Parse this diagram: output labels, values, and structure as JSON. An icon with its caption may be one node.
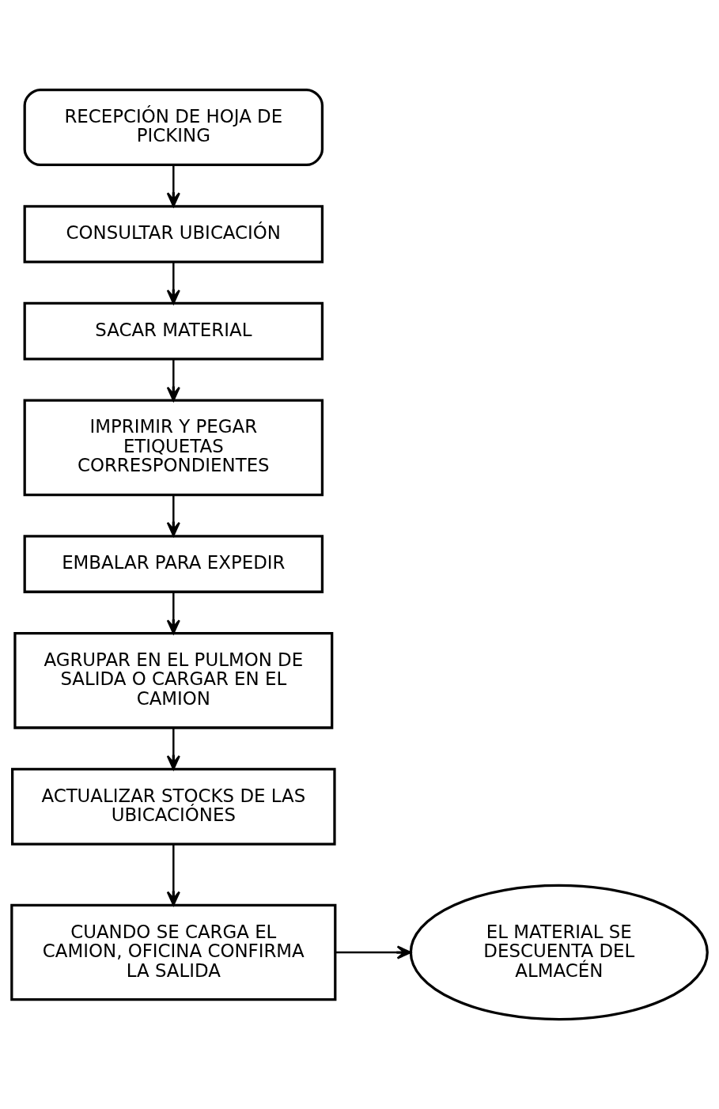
{
  "diagram": {
    "nodes": [
      {
        "text": [
          "RECEPCIÓN DE HOJA DE PICKING"
        ]
      },
      {
        "text": [
          "CONSULTAR UBICACIÓN"
        ]
      },
      {
        "text": [
          "SACAR MATERIAL"
        ]
      },
      {
        "text": [
          "IMPRIMIR Y PEGAR ETIQUETAS CORRESPONDIENTES"
        ]
      },
      {
        "text": [
          "EMBALAR PARA EXPEDIR"
        ]
      },
      {
        "text": [
          "AGRUPAR EN EL PULMON DE SALIDA O CARGAR EN EL CAMION"
        ]
      },
      {
        "text": [
          "ACTUALIZAR STOCKS DE LAS UBICACIÓNES"
        ]
      },
      {
        "text": [
          "CUANDO SE CARGA EL CAMION, OFICINA CONFIRMA LA SALIDA"
        ]
      },
      {
        "text": [
          "EL MATERIAL SE DESCUENTA DEL ALMACÉN"
        ]
      }
    ],
    "edges": [
      {
        "from": 0,
        "to": 1,
        "arrow": "to"
      },
      {
        "from": 1,
        "to": 2,
        "arrow": "to"
      },
      {
        "from": 2,
        "to": 3,
        "arrow": "to"
      },
      {
        "from": 3,
        "to": 4,
        "arrow": "to"
      },
      {
        "from": 4,
        "to": 5,
        "arrow": "to"
      },
      {
        "from": 5,
        "to": 6,
        "arrow": "to"
      },
      {
        "from": 6,
        "to": 7,
        "arrow": "to"
      },
      {
        "from": 7,
        "to": 8,
        "arrow": "to"
      }
    ]
  }
}
